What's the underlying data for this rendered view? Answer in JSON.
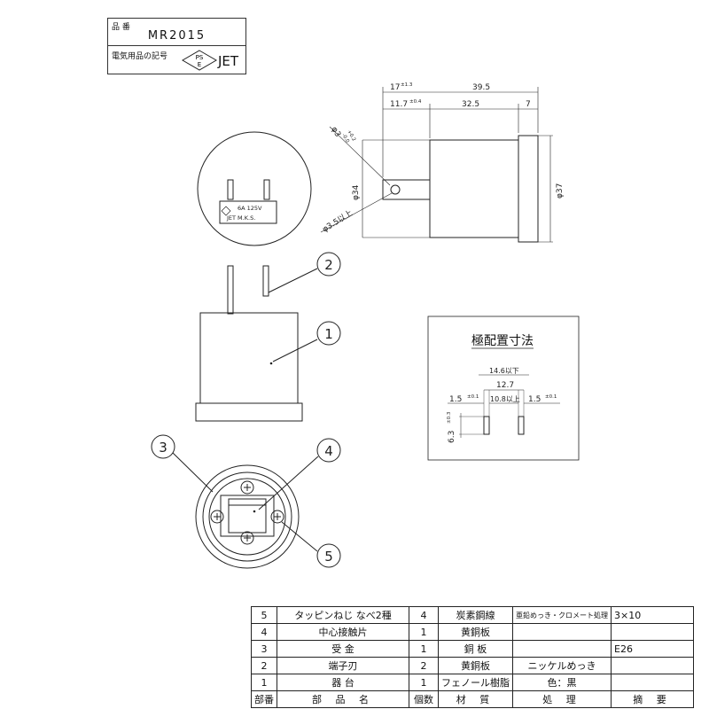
{
  "title_block": {
    "hinban_label": "品 番",
    "hinban_value": "MR2015",
    "symbol_label": "電気用品の記号",
    "pse_top": "PS",
    "pse_bottom": "E",
    "jet": "JET"
  },
  "dimensions": {
    "d17": "17",
    "d17_tol": "±1.3",
    "d39_5": "39.5",
    "d11_7": "11.7",
    "d11_7_tol": "±0.4",
    "d32_5": "32.5",
    "d7": "7",
    "phi3": "φ3",
    "phi3_tol_plus": "+0.2",
    "phi3_tol_minus": "-0.0",
    "phi34": "φ34",
    "phi3_5": "φ3.5以上",
    "phi37": "φ37"
  },
  "plug_label": {
    "line1": "6A  125V",
    "line2": "JET  M.K.S."
  },
  "callouts": [
    "1",
    "2",
    "3",
    "4",
    "5"
  ],
  "pole_layout": {
    "title": "極配置寸法",
    "d14_6": "14.6以下",
    "d12_7": "12.7",
    "d10_8": "10.8以上",
    "d1_5_left": "1.5",
    "d1_5_left_tol": "±0.1",
    "d1_5_right": "1.5",
    "d1_5_right_tol": "±0.1",
    "d6_3": "6.3",
    "d6_3_tol": "±0.3"
  },
  "parts_table": {
    "rows": [
      {
        "no": "5",
        "name": "タッピンねじ なべ2種",
        "qty": "4",
        "material": "炭素鋼線",
        "process": "亜鉛めっき・クロメート処理",
        "note": "3×10"
      },
      {
        "no": "4",
        "name": "中心接触片",
        "qty": "1",
        "material": "黄銅板",
        "process": "",
        "note": ""
      },
      {
        "no": "3",
        "name": "受 金",
        "qty": "1",
        "material": "銅 板",
        "process": "",
        "note": "E26"
      },
      {
        "no": "2",
        "name": "端子刃",
        "qty": "2",
        "material": "黄銅板",
        "process": "ニッケルめっき",
        "note": ""
      },
      {
        "no": "1",
        "name": "器 台",
        "qty": "1",
        "material": "フェノール樹脂",
        "process": "色：黒",
        "note": ""
      }
    ],
    "header": {
      "no": "部番",
      "name": "部 品 名",
      "qty": "個数",
      "material": "材 質",
      "process": "処 理",
      "note": "摘 要"
    }
  }
}
